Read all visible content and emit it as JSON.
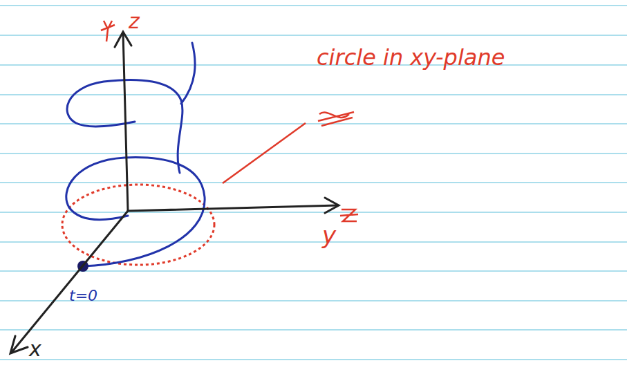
{
  "diagram": {
    "labels": [
      "z",
      "y",
      "x",
      "t=0",
      "circle in xy-plane"
    ]
  }
}
